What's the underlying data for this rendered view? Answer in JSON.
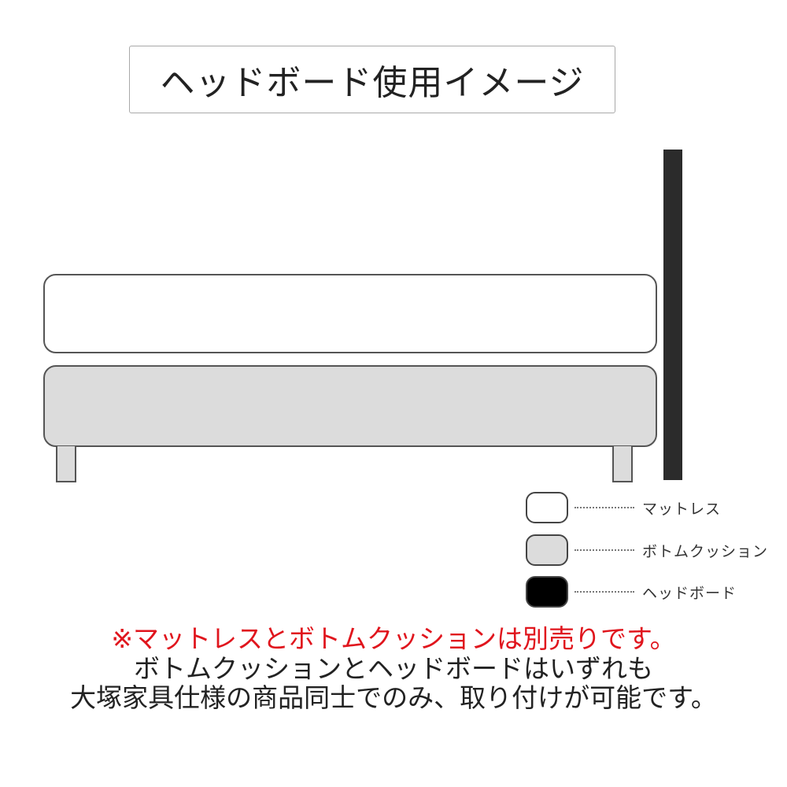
{
  "title": "ヘッドボード使用イメージ",
  "legend": [
    {
      "label": "マットレス",
      "color": "#ffffff"
    },
    {
      "label": "ボトムクッション",
      "color": "#dcdcdc"
    },
    {
      "label": "ヘッドボード",
      "color": "#000000"
    }
  ],
  "notes": {
    "red": "※マットレスとボトムクッションは別売りです。",
    "line1": "ボトムクッションとヘッドボードはいずれも",
    "line2": "大塚家具仕様の商品同士でのみ、取り付けが可能です。"
  },
  "colors": {
    "headboard": "#2b2b2b",
    "mattress": "#ffffff",
    "bottom_cushion": "#dcdcdc",
    "note_red": "#e0151d"
  }
}
